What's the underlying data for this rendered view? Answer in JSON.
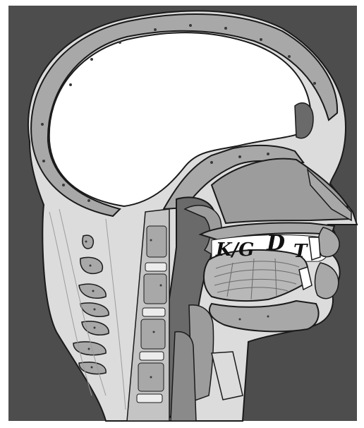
{
  "labels": {
    "kg": "K/G",
    "d": "D",
    "t": "T"
  },
  "colors": {
    "frame": "#ffffff",
    "background": "#4d4d4d",
    "tissue": "#dcdcdc",
    "bone": "#a8a8a8",
    "bone_dots": "#3a3a3a",
    "cavity": "#9c9c9c",
    "dark_cavity": "#6a6a6a",
    "tongue": "#b8b8b8",
    "outline": "#1a1a1a"
  }
}
